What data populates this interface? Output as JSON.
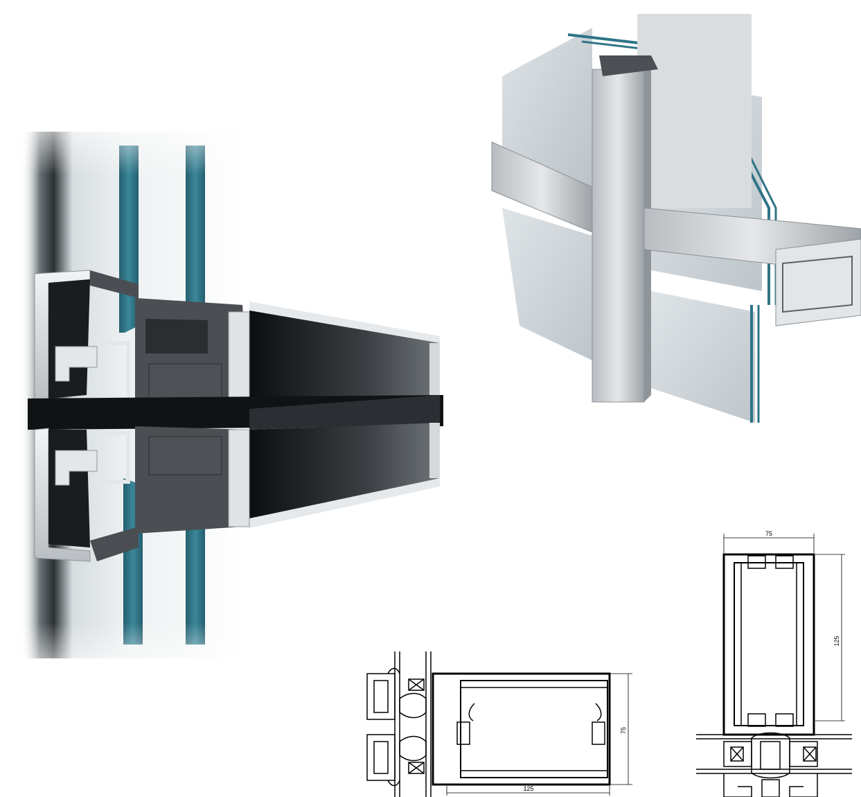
{
  "colors": {
    "glass": "#2e7386",
    "aluminium": "#c8cbce",
    "gasket": "#3a3d40",
    "profile_dark": "#16181a",
    "drawing_line": "#000000"
  },
  "drawing_horizontal": {
    "dim_height": "75",
    "dim_width": "125"
  },
  "drawing_vertical": {
    "dim_width": "75",
    "dim_height": "125"
  }
}
